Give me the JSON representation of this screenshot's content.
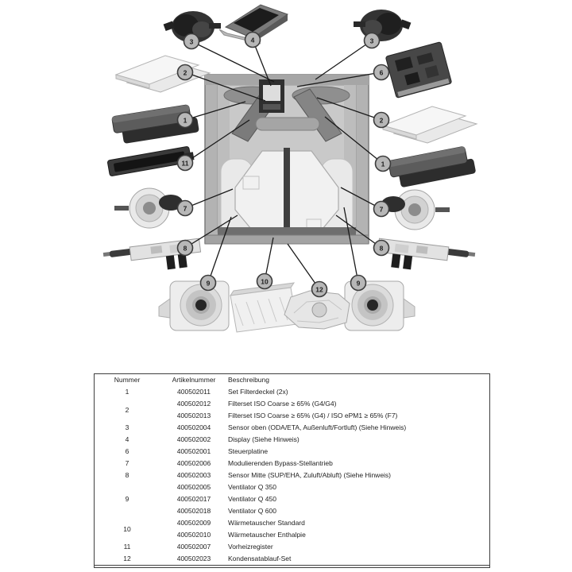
{
  "diagram": {
    "name": "Explosionszeichnung Lüftungsgerät",
    "callouts": [
      {
        "label": "3"
      },
      {
        "label": "4"
      },
      {
        "label": "3"
      },
      {
        "label": "2"
      },
      {
        "label": "6"
      },
      {
        "label": "1"
      },
      {
        "label": "2"
      },
      {
        "label": "11"
      },
      {
        "label": "1"
      },
      {
        "label": "7"
      },
      {
        "label": "7"
      },
      {
        "label": "8"
      },
      {
        "label": "8"
      },
      {
        "label": "9"
      },
      {
        "label": "10"
      },
      {
        "label": "12"
      },
      {
        "label": "9"
      }
    ]
  },
  "table": {
    "headers": {
      "nummer": "Nummer",
      "artikelnummer": "Artikelnummer",
      "beschreibung": "Beschreibung"
    },
    "rows": [
      {
        "nummer": "1",
        "artikelnummer": "400502011",
        "beschreibung": "Set Filterdeckel (2x)"
      },
      {
        "nummer": "2",
        "artikelnummer": "400502012",
        "beschreibung": "Filterset ISO Coarse ≥ 65% (G4/G4)"
      },
      {
        "nummer": "",
        "artikelnummer": "400502013",
        "beschreibung": "Filterset ISO Coarse ≥ 65% (G4) / ISO ePM1 ≥ 65% (F7)"
      },
      {
        "nummer": "3",
        "artikelnummer": "400502004",
        "beschreibung": "Sensor oben (ODA/ETA, Außenluft/Fortluft) (Siehe Hinweis)"
      },
      {
        "nummer": "4",
        "artikelnummer": "400502002",
        "beschreibung": "Display (Siehe Hinweis)"
      },
      {
        "nummer": "6",
        "artikelnummer": "400502001",
        "beschreibung": "Steuerplatine"
      },
      {
        "nummer": "7",
        "artikelnummer": "400502006",
        "beschreibung": "Modulierenden Bypass-Stellantrieb"
      },
      {
        "nummer": "8",
        "artikelnummer": "400502003",
        "beschreibung": "Sensor Mitte (SUP/EHA, Zuluft/Abluft) (Siehe Hinweis)"
      },
      {
        "nummer": "9",
        "artikelnummer": "400502005",
        "beschreibung": "Ventilator Q 350"
      },
      {
        "nummer": "",
        "artikelnummer": "400502017",
        "beschreibung": "Ventilator Q 450"
      },
      {
        "nummer": "",
        "artikelnummer": "400502018",
        "beschreibung": "Ventilator Q 600"
      },
      {
        "nummer": "10",
        "artikelnummer": "400502009",
        "beschreibung": "Wärmetauscher Standard"
      },
      {
        "nummer": "",
        "artikelnummer": "400502010",
        "beschreibung": "Wärmetauscher Enthalpie"
      },
      {
        "nummer": "11",
        "artikelnummer": "400502007",
        "beschreibung": "Vorheizregister"
      },
      {
        "nummer": "12",
        "artikelnummer": "400502023",
        "beschreibung": "Kondensatablauf-Set"
      }
    ]
  }
}
